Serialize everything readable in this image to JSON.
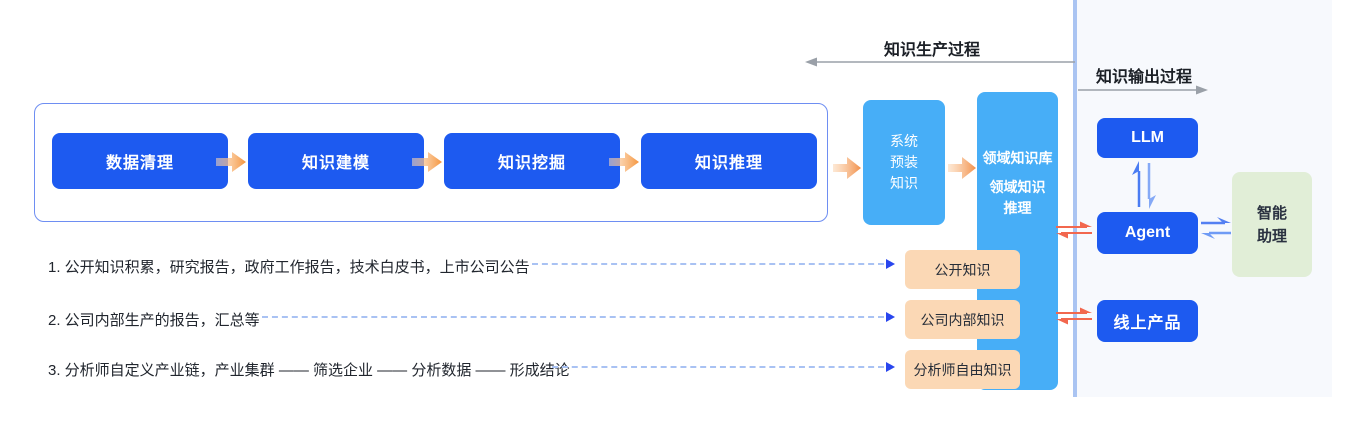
{
  "header": {
    "production_label": "知识生产过程",
    "output_label": "知识输出过程"
  },
  "pipeline": {
    "steps": [
      {
        "label": "数据清理"
      },
      {
        "label": "知识建模"
      },
      {
        "label": "知识挖掘"
      },
      {
        "label": "知识推理"
      }
    ]
  },
  "middle": {
    "preinstalled_lines": [
      "系统",
      "预装",
      "知识"
    ],
    "domain_kb": {
      "line1": "领域知识库",
      "line2": "领域知识",
      "line3": "推理"
    }
  },
  "sources": {
    "items": [
      {
        "text": "1. 公开知识积累，研究报告，政府工作报告，技术白皮书，上市公司公告",
        "target": "公开知识"
      },
      {
        "text": "2. 公司内部生产的报告，汇总等",
        "target": "公司内部知识"
      },
      {
        "text": "3. 分析师自定义产业链，产业集群 —— 筛选企业 —— 分析数据 —— 形成结论",
        "target": "分析师自由知识"
      }
    ]
  },
  "output": {
    "llm_label": "LLM",
    "agent_label": "Agent",
    "assistant_lines": [
      "智能",
      "助理"
    ],
    "online_product_label": "线上产品"
  },
  "colors": {
    "primary_blue": "#1d5af0",
    "sky_blue": "#47aef7",
    "peach": "#fbd8b5",
    "green": "#e1eed7",
    "coral_arrow": "#f2674e",
    "orange_arrow": "#f5973f",
    "dotted_line": "#a9c2f3",
    "dotted_arrowhead": "#2946ee",
    "gray_arrow": "#9aa0a8",
    "divider": "#aac4f2",
    "panel_bg": "#f7f9fd",
    "pipeline_border": "#6e8ef2"
  }
}
